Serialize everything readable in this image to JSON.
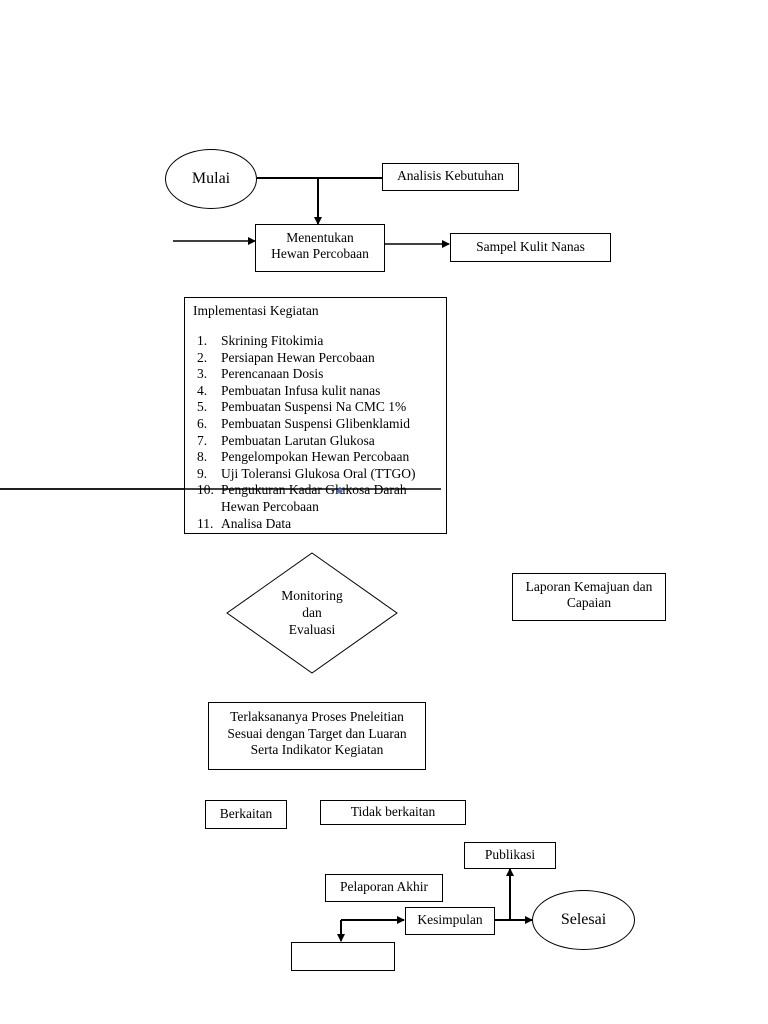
{
  "start": "Mulai",
  "analysis": "Analisis Kebutuhan",
  "determine": "Menentukan Hewan Percobaan",
  "sample": "Sampel Kulit Nanas",
  "implementation": {
    "title": "Implementasi Kegiatan",
    "items": [
      {
        "num": "1.",
        "text": "Skrining Fitokimia"
      },
      {
        "num": "2.",
        "text": "Persiapan Hewan Percobaan"
      },
      {
        "num": "3.",
        "text": "Perencanaan Dosis"
      },
      {
        "num": "4.",
        "text": "Pembuatan Infusa kulit nanas"
      },
      {
        "num": "5.",
        "text": "Pembuatan Suspensi Na CMC 1%"
      },
      {
        "num": "6.",
        "text": "Pembuatan Suspensi Glibenklamid"
      },
      {
        "num": "7.",
        "text": "Pembuatan Larutan Glukosa"
      },
      {
        "num": "8.",
        "text": "Pengelompokan Hewan Percobaan"
      },
      {
        "num": "9.",
        "text": "Uji Toleransi Glukosa Oral (TTGO)"
      },
      {
        "num": "10.",
        "text": "Pengukuran Kadar Glukosa Darah Hewan Percobaan"
      },
      {
        "num": "11.",
        "text": "Analisa Data"
      }
    ]
  },
  "monitoring": {
    "line1": "Monitoring",
    "line2": "dan",
    "line3": "Evaluasi"
  },
  "progress_report": "Laporan Kemajuan dan Capaian",
  "process_result": "Terlaksananya Proses Pneleitian Sesuai dengan Target dan Luaran Serta Indikator Kegiatan",
  "related": "Berkaitan",
  "unrelated": "Tidak berkaitan",
  "publication": "Publikasi",
  "final_report": "Pelaporan Akhir",
  "conclusion": "Kesimpulan",
  "end": "Selesai",
  "empty_box": ""
}
